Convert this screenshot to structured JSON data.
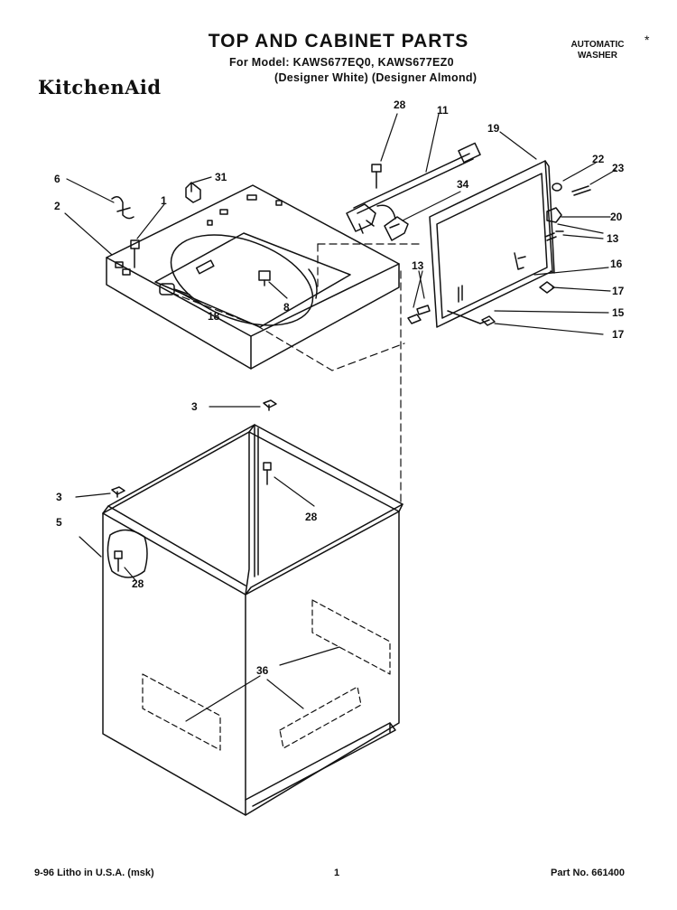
{
  "header": {
    "title": "TOP AND CABINET PARTS",
    "model_line": "For Model: KAWS677EQ0, KAWS677EZ0",
    "variants_line": "(Designer White)  (Designer Almond)",
    "brand": "KitchenAid",
    "corner_line1": "AUTOMATIC",
    "corner_line2": "WASHER",
    "corner_mark": "*"
  },
  "callouts": {
    "c28a": "28",
    "c11": "11",
    "c19": "19",
    "c6": "6",
    "c31": "31",
    "c34": "34",
    "c22": "22",
    "c23": "23",
    "c1": "1",
    "c2": "2",
    "c20": "20",
    "c13a": "13",
    "c16": "16",
    "c13b": "13",
    "c17a": "17",
    "c8": "8",
    "c18": "18",
    "c15": "15",
    "c17b": "17",
    "c3a": "3",
    "c28b": "28",
    "c3b": "3",
    "c5": "5",
    "c28c": "28",
    "c36": "36"
  },
  "footer": {
    "print_info": "9-96 Litho in U.S.A. (msk)",
    "page_number": "1",
    "part_number": "Part No. 661400"
  }
}
